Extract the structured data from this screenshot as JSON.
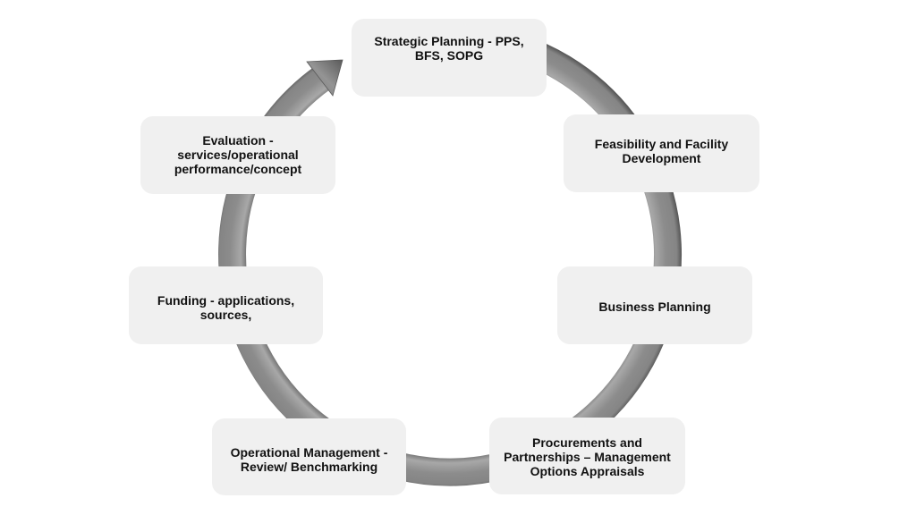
{
  "diagram": {
    "type": "cycle",
    "direction": "clockwise",
    "colors": {
      "ring": "#8a8a8a",
      "ring_dark": "#5e5e5e",
      "ring_light": "#b0b0b0",
      "node_fill": "#f0f0f0",
      "text": "#111111"
    },
    "steps": [
      {
        "label": "Strategic Planning - PPS,\nBFS, SOPG"
      },
      {
        "label": "Feasibility and Facility\nDevelopment"
      },
      {
        "label": "Business Planning"
      },
      {
        "label": "Procurements and\nPartnerships – Management\nOptions Appraisals"
      },
      {
        "label": "Operational Management -\nReview/ Benchmarking"
      },
      {
        "label": "Funding - applications,\nsources,"
      },
      {
        "label": "Evaluation -\nservices/operational\nperformance/concept"
      }
    ]
  }
}
